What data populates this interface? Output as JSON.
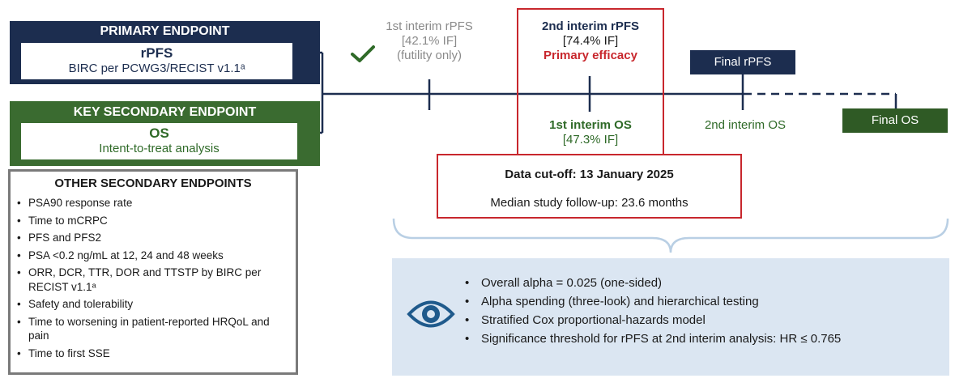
{
  "primary": {
    "header": "PRIMARY ENDPOINT",
    "name": "rPFS",
    "detail": "BIRC per PCWG3/RECIST v1.1ᵃ"
  },
  "key_secondary": {
    "header": "KEY SECONDARY ENDPOINT",
    "name": "OS",
    "detail": "Intent-to-treat analysis"
  },
  "other_secondary": {
    "header": "OTHER SECONDARY ENDPOINTS",
    "items": [
      "PSA90 response rate",
      "Time to mCRPC",
      "PFS and PFS2",
      "PSA <0.2 ng/mL at 12, 24 and 48 weeks",
      "ORR, DCR, TTR, DOR and TTSTP by BIRC per RECIST v1.1ᵃ",
      "Safety and tolerability",
      "Time to worsening in patient-reported HRQoL and pain",
      "Time to first SSE"
    ]
  },
  "timeline": {
    "interim1_line1": "1st interim rPFS",
    "interim1_line2": "[42.1% IF]",
    "interim1_line3": "(futility only)",
    "interim2_line1": "2nd interim rPFS",
    "interim2_line2": "[74.4% IF]",
    "interim2_line3": "Primary efficacy",
    "os1_line1": "1st interim OS",
    "os1_line2": "[47.3% IF]",
    "final_rpfs": "Final rPFS",
    "os2": "2nd interim OS",
    "final_os": "Final OS"
  },
  "cutoff": {
    "title": "Data cut-off: 13 January 2025",
    "followup": "Median study follow-up: 23.6 months"
  },
  "info": {
    "items": [
      "Overall alpha = 0.025 (one-sided)",
      "Alpha spending (three-look) and hierarchical testing",
      "Stratified Cox proportional-hazards model",
      "Significance threshold for rPFS at 2nd interim analysis: HR ≤ 0.765"
    ]
  },
  "colors": {
    "navy": "#1c2d4f",
    "green": "#2f6a28",
    "red": "#c8272d",
    "grey": "#8a8a8a",
    "panel": "#dbe6f2"
  },
  "icons": [
    "checkmark-icon",
    "eye-icon"
  ]
}
